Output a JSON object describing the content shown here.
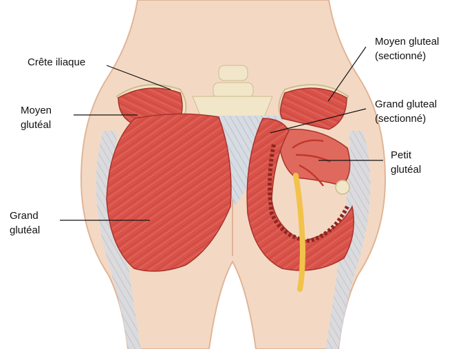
{
  "colors": {
    "skin": "#f3d9c4",
    "skin_shadow": "#e6bfa2",
    "muscle": "#d9534a",
    "muscle_dark": "#b83a33",
    "muscle_light": "#ee8a78",
    "fascia": "#cfd4dc",
    "bone": "#f1e6c8",
    "nerve": "#f2c24a",
    "leader": "#111111"
  },
  "labels": {
    "crete_iliaque": "Crête iliaque",
    "moyen_gluteal_left_1": "Moyen",
    "moyen_gluteal_left_2": "glutéal",
    "grand_gluteal_left_1": "Grand",
    "grand_gluteal_left_2": "glutéal",
    "moyen_gluteal_right_1": "Moyen gluteal",
    "moyen_gluteal_right_2": "(sectionné)",
    "grand_gluteal_right_1": "Grand gluteal",
    "grand_gluteal_right_2": "(sectionné)",
    "petit_gluteal_1": "Petit",
    "petit_gluteal_2": "glutéal"
  }
}
